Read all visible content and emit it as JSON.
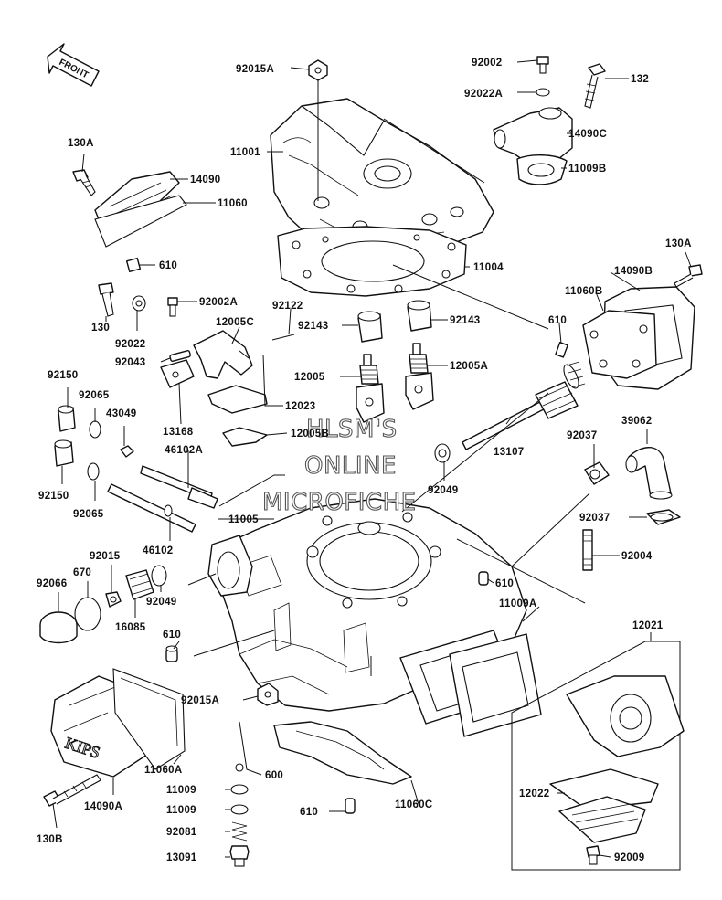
{
  "diagram": {
    "watermark": [
      "HLSM'S",
      "ONLINE",
      "MICROFICHE"
    ],
    "front_arrow_label": "FRONT",
    "cover_engraving": "KIPS",
    "callouts": [
      "92015A",
      "11001",
      "92002",
      "92022A",
      "132",
      "14090C",
      "11009B",
      "130A",
      "14090",
      "11060",
      "610",
      "11004",
      "130A",
      "14090B",
      "11060B",
      "610",
      "130",
      "92022",
      "92002A",
      "12005C",
      "92122",
      "92143",
      "92143",
      "92043",
      "12005",
      "12005A",
      "12023",
      "13168",
      "12005B",
      "13107",
      "92150",
      "92065",
      "43049",
      "46102A",
      "92037",
      "39062",
      "92150",
      "92065",
      "92049",
      "11005",
      "46102",
      "92037",
      "92004",
      "92015",
      "670",
      "92066",
      "92049",
      "16085",
      "610",
      "610",
      "11009A",
      "12021",
      "92015A",
      "11060A",
      "600",
      "11009",
      "11009",
      "92081",
      "13091",
      "14090A",
      "130B",
      "11060C",
      "610",
      "12022",
      "92009"
    ]
  }
}
